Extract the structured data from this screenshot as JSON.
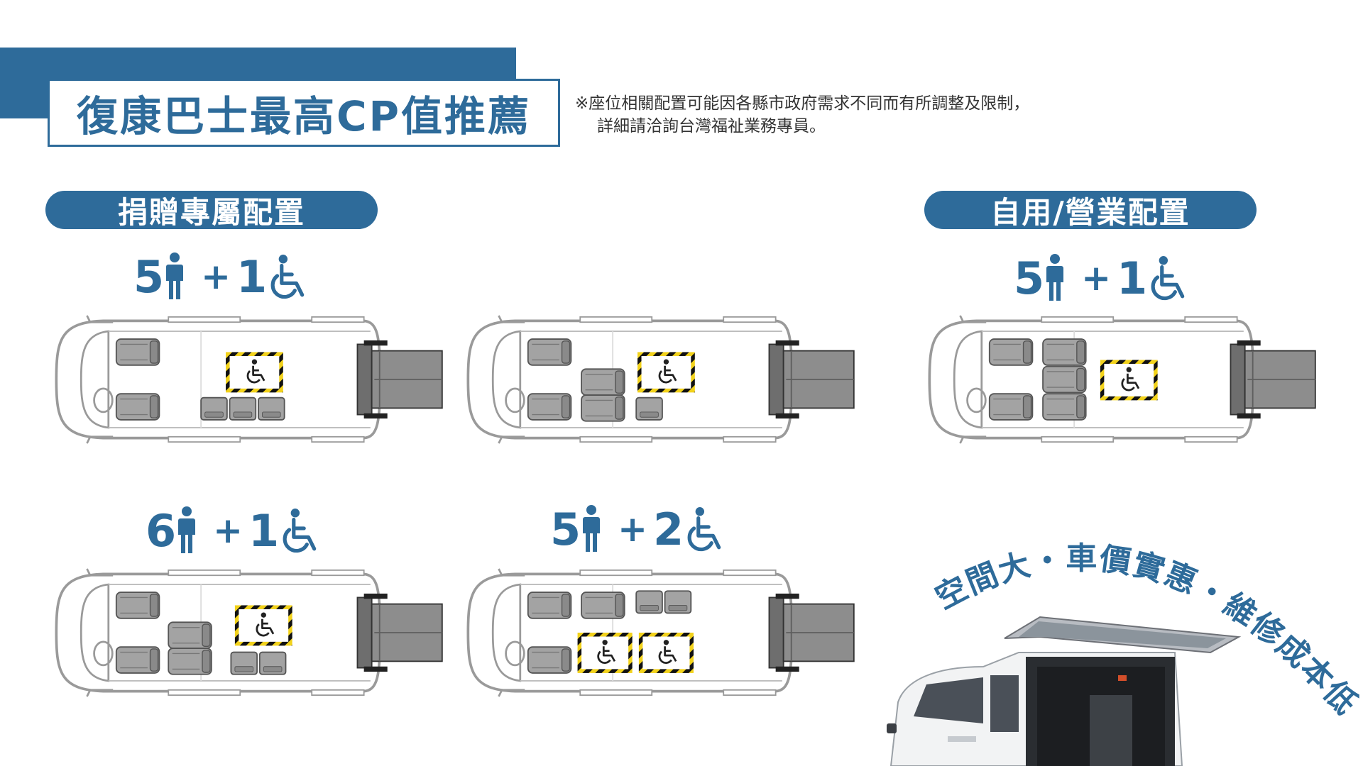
{
  "header": {
    "title": "復康巴士最高CP值推薦",
    "note_line1": "※座位相關配置可能因各縣市政府需求不同而有所調整及限制，",
    "note_line2": "詳細請洽詢台灣福祉業務專員。"
  },
  "sections": {
    "donation_label": "捐贈專屬配置",
    "private_label": "自用/營業配置"
  },
  "configs": [
    {
      "seats": "5",
      "wheelchairs": "1",
      "plus": "+"
    },
    {
      "seats": "6",
      "wheelchairs": "1",
      "plus": "+"
    },
    {
      "seats": "5",
      "wheelchairs": "2",
      "plus": "+"
    },
    {
      "seats": "5",
      "wheelchairs": "1",
      "plus": "+"
    }
  ],
  "slogan": "空間大・車價實惠・維修成本低",
  "icons": {
    "person": "person-icon",
    "wheelchair": "wheelchair-icon"
  },
  "colors": {
    "brand_blue": "#2e6b9a",
    "hazard_yellow": "#f2d21b",
    "seat_gray": "#a3a3a3"
  }
}
